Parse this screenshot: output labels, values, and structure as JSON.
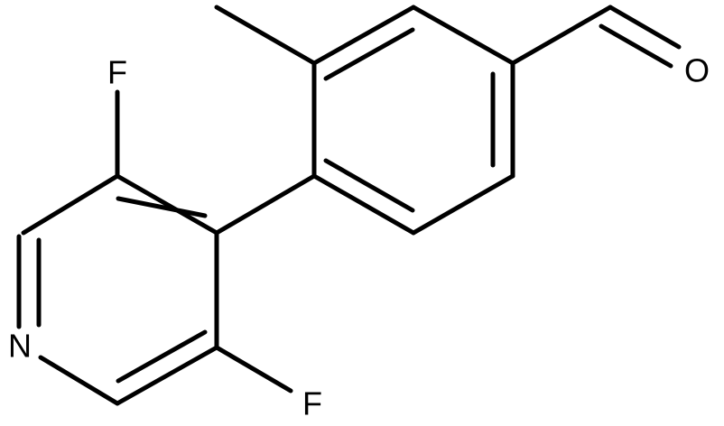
{
  "atom_labels": {
    "fluorine_top": "F",
    "fluorine_bottom": "F",
    "nitrogen": "N",
    "oxygen": "O"
  },
  "colors": {
    "bond": "#000000",
    "label": "#000000",
    "background": "#ffffff"
  }
}
